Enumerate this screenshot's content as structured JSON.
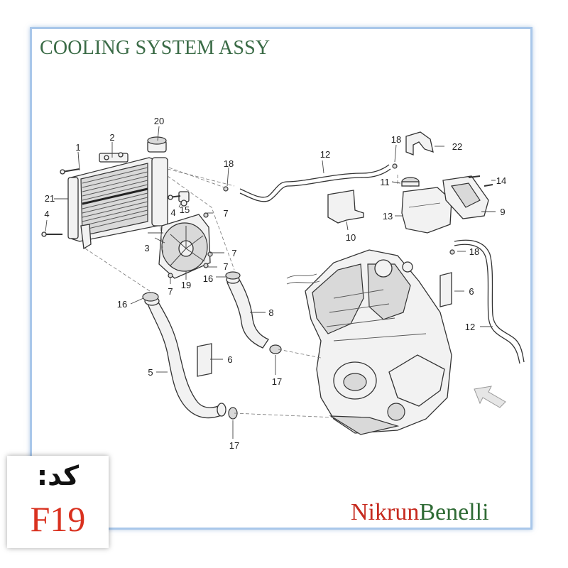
{
  "title": "COOLING SYSTEM ASSY",
  "code": {
    "label": "کد:",
    "value": "F19"
  },
  "brand": {
    "part1": "Nikrun",
    "part2": "Benelli"
  },
  "callouts": {
    "c1": "1",
    "c2": "2",
    "c3": "3",
    "c4a": "4",
    "c4b": "4",
    "c5": "5",
    "c6a": "6",
    "c6b": "6",
    "c7a": "7",
    "c7b": "7",
    "c7c": "7",
    "c7d": "7",
    "c8": "8",
    "c9": "9",
    "c10": "10",
    "c11": "11",
    "c12a": "12",
    "c12b": "12",
    "c13": "13",
    "c14": "14",
    "c15": "15",
    "c16a": "16",
    "c16b": "16",
    "c17a": "17",
    "c17b": "17",
    "c18a": "18",
    "c18b": "18",
    "c18c": "18",
    "c19": "19",
    "c20": "20",
    "c21": "21",
    "c22": "22"
  },
  "colors": {
    "title": "#3a6b46",
    "frame_border": "#a9c7ea",
    "code_value": "#d9311f",
    "brand_red": "#c62a1f",
    "brand_green": "#2f6b35"
  }
}
